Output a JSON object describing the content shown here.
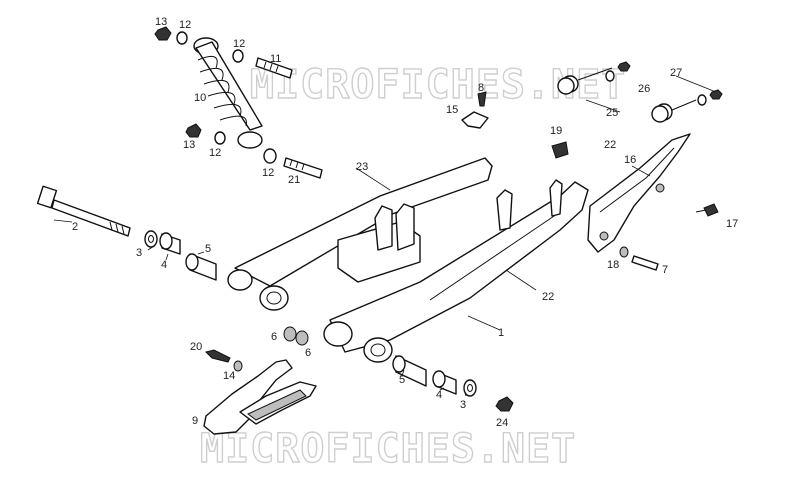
{
  "watermark": {
    "top": "MICROFICHES.NET",
    "bottom": "MICROFICHES.NET"
  },
  "callouts": {
    "c1": "1",
    "c2": "2",
    "c3a": "3",
    "c3b": "3",
    "c4a": "4",
    "c4b": "4",
    "c5a": "5",
    "c5b": "5",
    "c6a": "6",
    "c6b": "6",
    "c7": "7",
    "c8": "8",
    "c9": "9",
    "c10": "10",
    "c11": "11",
    "c12a": "12",
    "c12b": "12",
    "c12c": "12",
    "c12d": "12",
    "c13a": "13",
    "c13b": "13",
    "c14": "14",
    "c15": "15",
    "c16": "16",
    "c17": "17",
    "c18": "18",
    "c19": "19",
    "c20": "20",
    "c21": "21",
    "c22a": "22",
    "c22b": "22",
    "c23": "23",
    "c24": "24",
    "c25": "25",
    "c26": "26",
    "c27": "27"
  }
}
